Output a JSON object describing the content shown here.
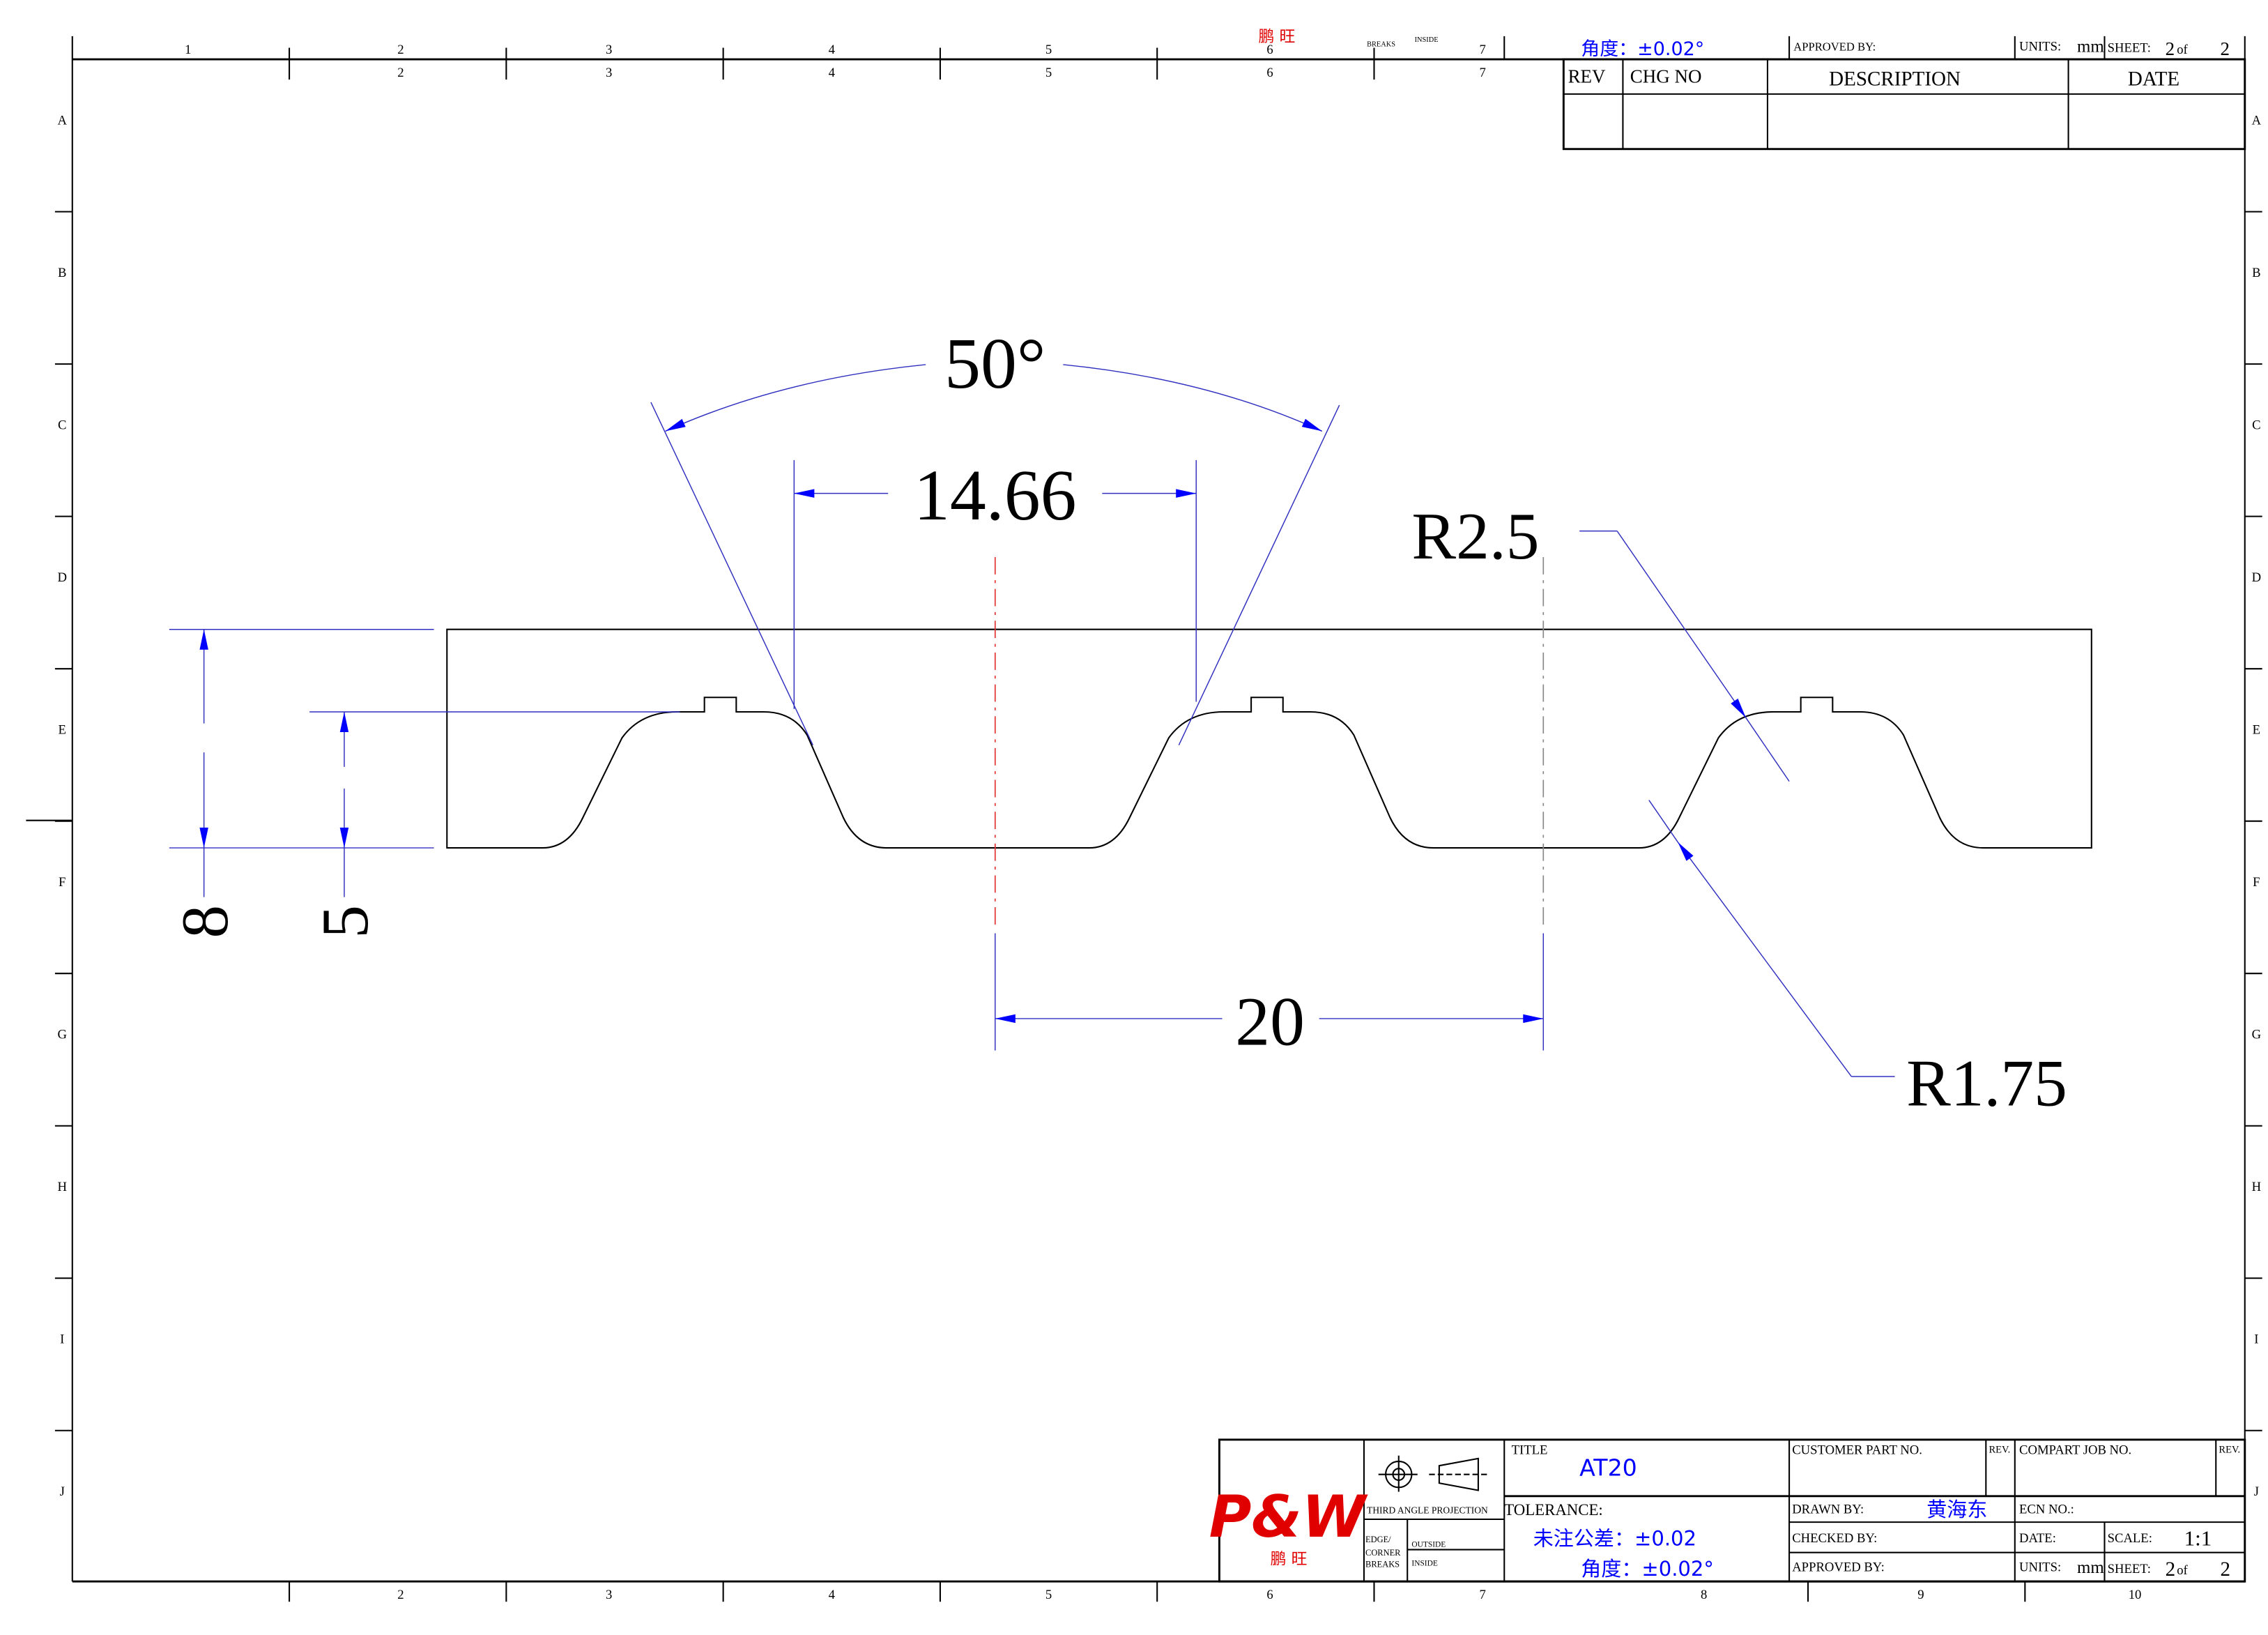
{
  "colors": {
    "dimension": "#0000ff",
    "centerline": "#e03030",
    "logo": "#e00000"
  },
  "ruler": {
    "top_row1": [
      "1",
      "2",
      "3",
      "4",
      "5",
      "6",
      "7"
    ],
    "top_row2": [
      "2",
      "3",
      "4",
      "5",
      "6",
      "7"
    ],
    "bottom": [
      "2",
      "3",
      "4",
      "5",
      "6",
      "7",
      "8",
      "9",
      "10"
    ],
    "letters": [
      "A",
      "B",
      "C",
      "D",
      "E",
      "F",
      "G",
      "H",
      "I",
      "J"
    ]
  },
  "top_strip": {
    "logo_cn": "鹏    旺",
    "breaks": "BREAKS",
    "inside": "INSIDE",
    "angle_tol": "角度：±0.02°",
    "approved": "APPROVED BY:",
    "units": "UNITS:",
    "units_val": "mm",
    "sheet": "SHEET:",
    "sheet_num": "2",
    "of": "of",
    "sheet_total": "2"
  },
  "revision_table": {
    "headers": [
      "REV",
      "CHG NO",
      "DESCRIPTION",
      "DATE"
    ]
  },
  "dimensions": {
    "angle": "50°",
    "width": "14.66",
    "radius_top": "R2.5",
    "radius_bottom": "R1.75",
    "pitch": "20",
    "height_total": "8",
    "height_tooth": "5"
  },
  "title_block": {
    "logo": "P&W",
    "logo_cn": "鹏    旺",
    "projection": "THIRD ANGLE PROJECTION",
    "edge_label": [
      "EDGE/",
      "CORNER",
      "BREAKS"
    ],
    "outside": "OUTSIDE",
    "inside": "INSIDE",
    "title_label": "TITLE",
    "title": "AT20",
    "tolerance_label": "TOLERANCE:",
    "tolerance_general": "未注公差：±0.02",
    "tolerance_angle": "角度：±0.02°",
    "customer_part": "CUSTOMER PART NO.",
    "rev": "REV.",
    "company_job": "COMPART JOB NO.",
    "drawn_by": "DRAWN   BY:",
    "drawn_by_value": "黄海东",
    "ecn": "ECN NO.:",
    "checked_by": "CHECKED  BY:",
    "date": "DATE:",
    "scale": "SCALE:",
    "scale_value": "1:1",
    "approved_by": "APPROVED BY:",
    "units": "UNITS:",
    "units_value": "mm",
    "sheet": "SHEET:",
    "sheet_num": "2",
    "of": "of",
    "sheet_total": "2"
  }
}
